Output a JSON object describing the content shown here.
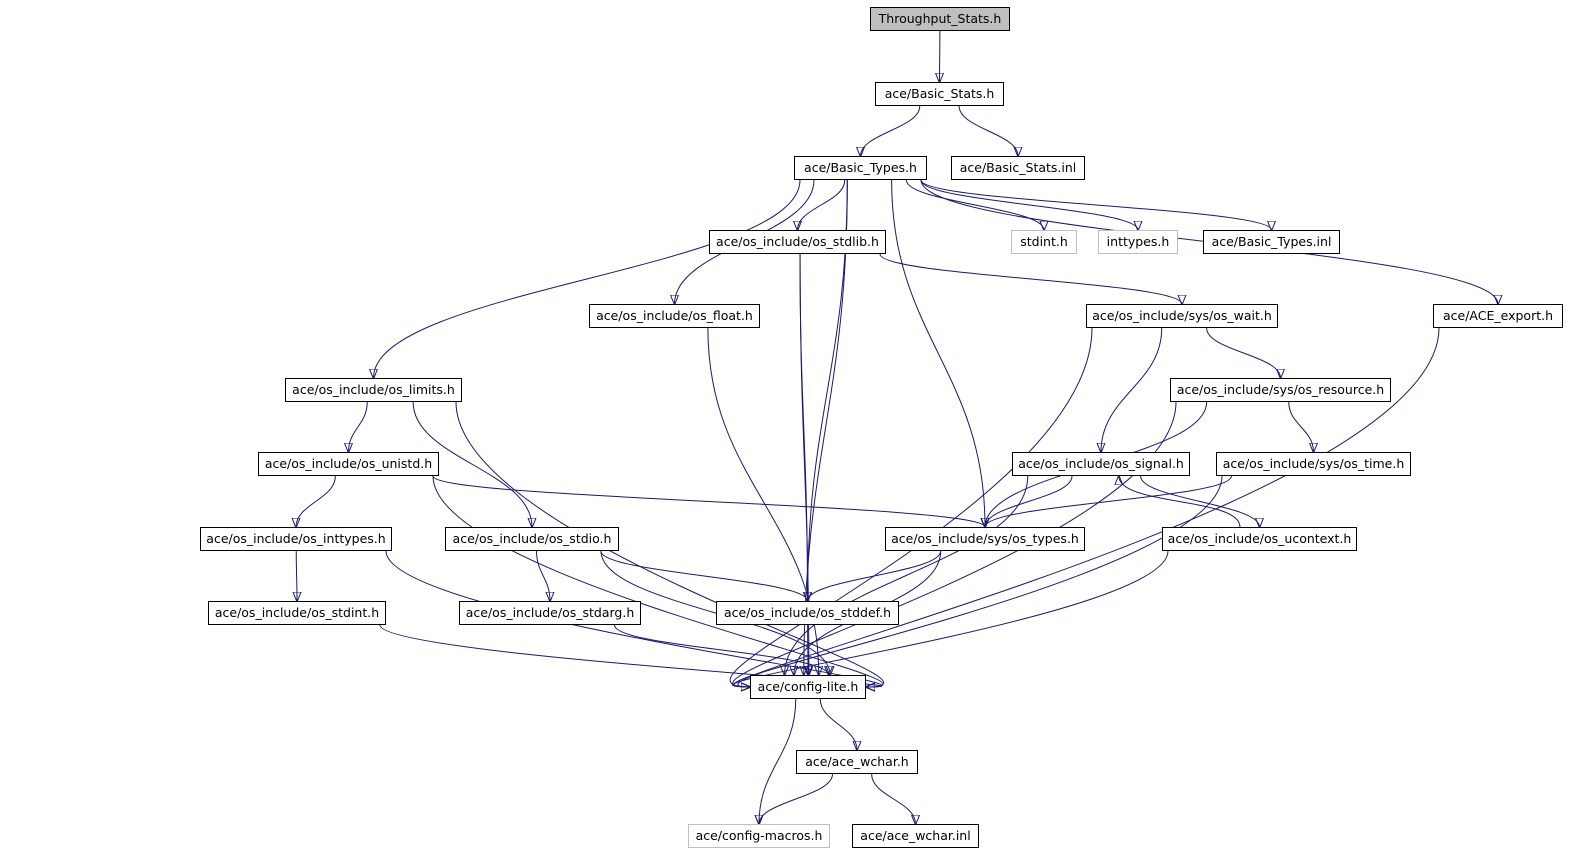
{
  "graph": {
    "colors": {
      "edge": "#191970",
      "node_border": "#000000",
      "external_border": "#bfbfbf",
      "root_fill": "#bfbfbf",
      "background": "#ffffff"
    },
    "nodes": {
      "throughput_stats": {
        "label": "Throughput_Stats.h",
        "kind": "root"
      },
      "basic_stats": {
        "label": "ace/Basic_Stats.h",
        "kind": "file"
      },
      "basic_types": {
        "label": "ace/Basic_Types.h",
        "kind": "file"
      },
      "basic_stats_inl": {
        "label": "ace/Basic_Stats.inl",
        "kind": "file"
      },
      "os_stdlib": {
        "label": "ace/os_include/os_stdlib.h",
        "kind": "file"
      },
      "stdint": {
        "label": "stdint.h",
        "kind": "external"
      },
      "inttypes": {
        "label": "inttypes.h",
        "kind": "external"
      },
      "basic_types_inl": {
        "label": "ace/Basic_Types.inl",
        "kind": "file"
      },
      "os_float": {
        "label": "ace/os_include/os_float.h",
        "kind": "file"
      },
      "os_wait": {
        "label": "ace/os_include/sys/os_wait.h",
        "kind": "file"
      },
      "ace_export": {
        "label": "ace/ACE_export.h",
        "kind": "file"
      },
      "os_limits": {
        "label": "ace/os_include/os_limits.h",
        "kind": "file"
      },
      "os_resource": {
        "label": "ace/os_include/sys/os_resource.h",
        "kind": "file"
      },
      "os_unistd": {
        "label": "ace/os_include/os_unistd.h",
        "kind": "file"
      },
      "os_signal": {
        "label": "ace/os_include/os_signal.h",
        "kind": "file"
      },
      "os_time": {
        "label": "ace/os_include/sys/os_time.h",
        "kind": "file"
      },
      "os_inttypes": {
        "label": "ace/os_include/os_inttypes.h",
        "kind": "file"
      },
      "os_stdio": {
        "label": "ace/os_include/os_stdio.h",
        "kind": "file"
      },
      "os_types": {
        "label": "ace/os_include/sys/os_types.h",
        "kind": "file"
      },
      "os_ucontext": {
        "label": "ace/os_include/os_ucontext.h",
        "kind": "file"
      },
      "os_stdint": {
        "label": "ace/os_include/os_stdint.h",
        "kind": "file"
      },
      "os_stdarg": {
        "label": "ace/os_include/os_stdarg.h",
        "kind": "file"
      },
      "os_stddef": {
        "label": "ace/os_include/os_stddef.h",
        "kind": "file"
      },
      "config_lite": {
        "label": "ace/config-lite.h",
        "kind": "file"
      },
      "ace_wchar": {
        "label": "ace/ace_wchar.h",
        "kind": "file"
      },
      "config_macros": {
        "label": "ace/config-macros.h",
        "kind": "external"
      },
      "ace_wchar_inl": {
        "label": "ace/ace_wchar.inl",
        "kind": "file"
      }
    },
    "edges": [
      [
        "throughput_stats",
        "basic_stats"
      ],
      [
        "basic_stats",
        "basic_types"
      ],
      [
        "basic_stats",
        "basic_stats_inl"
      ],
      [
        "basic_types",
        "config_lite"
      ],
      [
        "basic_types",
        "os_limits"
      ],
      [
        "basic_types",
        "os_stddef"
      ],
      [
        "basic_types",
        "os_float"
      ],
      [
        "basic_types",
        "os_stdlib"
      ],
      [
        "basic_types",
        "os_types"
      ],
      [
        "basic_types",
        "stdint"
      ],
      [
        "basic_types",
        "inttypes"
      ],
      [
        "basic_types",
        "basic_types_inl"
      ],
      [
        "basic_types",
        "ace_export"
      ],
      [
        "os_stdlib",
        "os_wait"
      ],
      [
        "os_stdlib",
        "os_stddef"
      ],
      [
        "os_stdlib",
        "config_lite"
      ],
      [
        "os_float",
        "config_lite"
      ],
      [
        "os_wait",
        "os_signal"
      ],
      [
        "os_wait",
        "os_resource"
      ],
      [
        "os_wait",
        "config_lite"
      ],
      [
        "ace_export",
        "config_lite"
      ],
      [
        "os_limits",
        "os_unistd"
      ],
      [
        "os_limits",
        "os_stdio"
      ],
      [
        "os_limits",
        "config_lite"
      ],
      [
        "os_resource",
        "os_types"
      ],
      [
        "os_resource",
        "os_time"
      ],
      [
        "os_resource",
        "config_lite"
      ],
      [
        "os_unistd",
        "os_inttypes"
      ],
      [
        "os_unistd",
        "os_types"
      ],
      [
        "os_unistd",
        "config_lite"
      ],
      [
        "os_signal",
        "os_types"
      ],
      [
        "os_signal",
        "os_ucontext"
      ],
      [
        "os_signal",
        "config_lite"
      ],
      [
        "os_time",
        "os_types"
      ],
      [
        "os_time",
        "config_lite"
      ],
      [
        "os_inttypes",
        "os_stdint"
      ],
      [
        "os_inttypes",
        "config_lite"
      ],
      [
        "os_stdio",
        "os_stdarg"
      ],
      [
        "os_stdio",
        "os_stddef"
      ],
      [
        "os_stdio",
        "config_lite"
      ],
      [
        "os_types",
        "os_stddef"
      ],
      [
        "os_types",
        "config_lite"
      ],
      [
        "os_ucontext",
        "os_signal"
      ],
      [
        "os_ucontext",
        "config_lite"
      ],
      [
        "os_stdint",
        "config_lite"
      ],
      [
        "os_stdarg",
        "config_lite"
      ],
      [
        "os_stddef",
        "config_lite"
      ],
      [
        "config_lite",
        "ace_wchar"
      ],
      [
        "config_lite",
        "config_macros"
      ],
      [
        "ace_wchar",
        "config_macros"
      ],
      [
        "ace_wchar",
        "ace_wchar_inl"
      ]
    ]
  }
}
